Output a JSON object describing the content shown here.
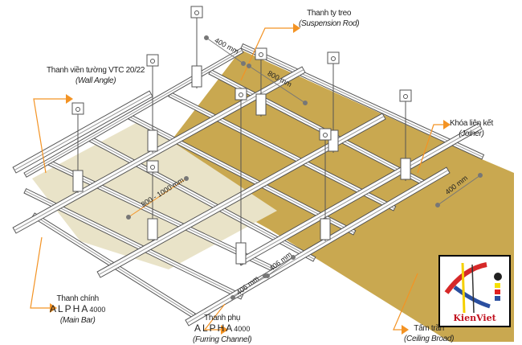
{
  "labels": {
    "suspension_rod": {
      "vi": "Thanh ty treo",
      "en": "(Suspension Rod)"
    },
    "wall_angle": {
      "vi": "Thanh viền tường VTC 20/22",
      "en": "(Wall Angle)"
    },
    "joiner": {
      "vi": "Khóa liên kết",
      "en": "(Joiner)"
    },
    "main_bar": {
      "vi": "Thanh chính",
      "brand": "ALPHA",
      "model": "4000",
      "en": "(Main Bar)"
    },
    "furring_channel": {
      "vi": "Thanh phụ",
      "brand": "ALPHA",
      "model": "4000",
      "en": "(Furring Channel)"
    },
    "ceiling_board": {
      "vi": "Tấm trần",
      "en": "(Ceiling Broad)"
    }
  },
  "dimensions": {
    "d400_top": "400 mm",
    "d800": "800 mm",
    "d800_1000": "800 - 1000 mm",
    "d400_right": "400 mm",
    "d406_a": "406 mm",
    "d406_b": "406 mm"
  },
  "logo": {
    "text": "KienViet"
  },
  "colors": {
    "board": "#c9a850",
    "light_board": "#e9e3c8",
    "accent": "#f39324",
    "frame": "#ffffff"
  }
}
